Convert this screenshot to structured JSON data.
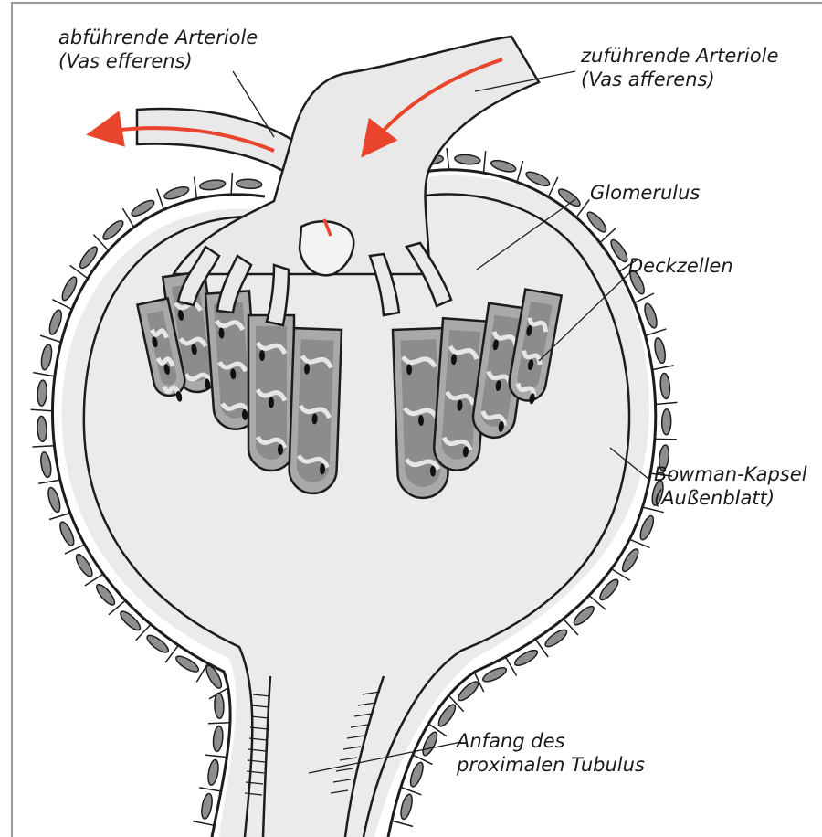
{
  "diagram": {
    "labels": {
      "vas_efferens": {
        "line1": "abführende Arteriole",
        "line2": "(Vas efferens)"
      },
      "vas_afferens": {
        "line1": "zuführende Arteriole",
        "line2": "(Vas afferens)"
      },
      "glomerulus": "Glomerulus",
      "deckzellen": "Deckzellen",
      "bowman": {
        "line1": "Bowman-Kapsel",
        "line2": "(Außenblatt)"
      },
      "tubulus": {
        "line1": "Anfang des",
        "line2": "proximalen Tubulus"
      }
    },
    "colors": {
      "flow_arrow": "#e8452c",
      "vessel_fill": "#e9e9e9",
      "capillary_dark": "#8c8c8c",
      "capillary_mid": "#a9a9a9",
      "cell_fill": "#8e8e8e",
      "outline": "#1c1c1c"
    }
  }
}
